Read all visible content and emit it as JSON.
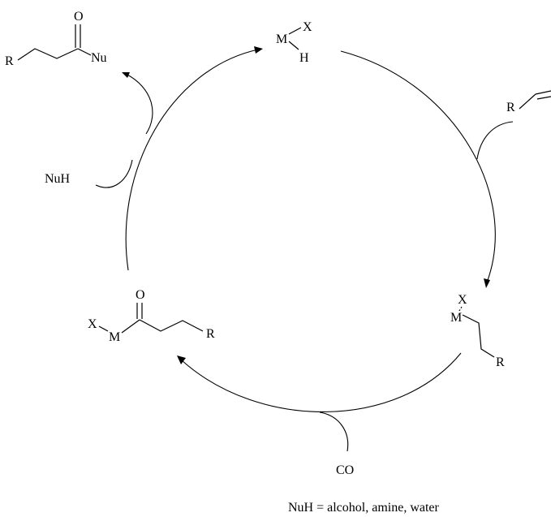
{
  "colors": {
    "ink": "#000000",
    "background": "#ffffff"
  },
  "species": {
    "hydride": {
      "metal": "M",
      "ligand": "X",
      "hydrogen": "H"
    },
    "alkene": {
      "substituent": "R"
    },
    "alkyl": {
      "metal": "M",
      "ligand": "X",
      "substituent": "R"
    },
    "acyl": {
      "metal": "M",
      "ligand": "X",
      "oxygen": "O",
      "substituent": "R"
    },
    "product": {
      "substituent": "R",
      "oxygen": "O",
      "nucleophile": "Nu"
    }
  },
  "reagents": {
    "nucleophile": "NuH",
    "carbon_monoxide": "CO"
  },
  "footnote": {
    "definition": "NuH =  alcohol, amine, water"
  }
}
